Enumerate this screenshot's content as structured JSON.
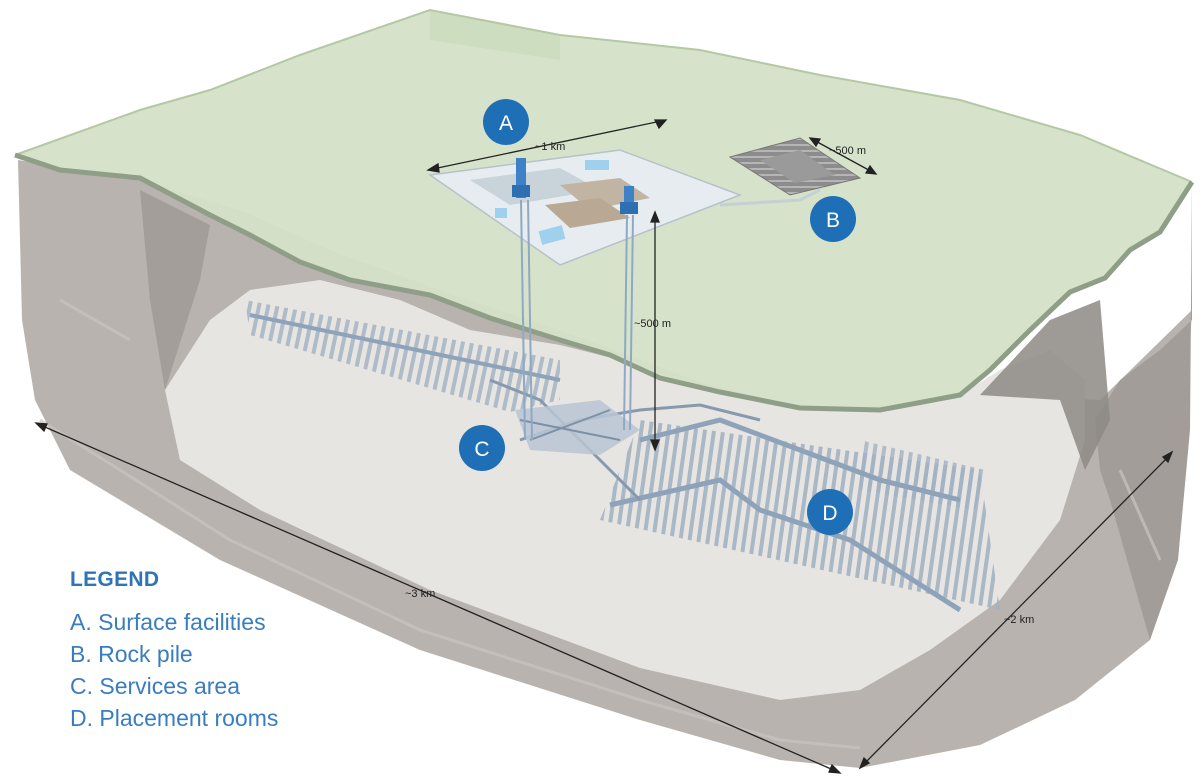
{
  "badges": {
    "a": "A",
    "b": "B",
    "c": "C",
    "d": "D"
  },
  "dimensions": {
    "surface_width": "~1 km",
    "rock_pile_width": "~500 m",
    "depth": "~500 m",
    "length": "~3 km",
    "width": "~2 km"
  },
  "legend": {
    "title": "LEGEND",
    "items": [
      "A. Surface facilities",
      "B. Rock pile",
      "C. Services area",
      "D. Placement rooms"
    ]
  },
  "colors": {
    "badge": "#1f6fb6",
    "surface": "#d5e3c9",
    "rock_front": "#b7b2ad",
    "rock_side": "#aaa5a0",
    "cavity_floor": "#e8e6e3",
    "tunnels": "#9fb2c6",
    "legend_text": "#3a7dbf"
  }
}
